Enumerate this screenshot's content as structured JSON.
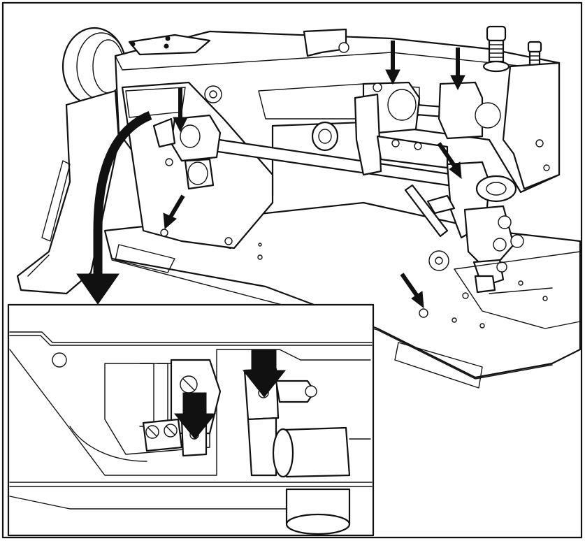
{
  "figure": {
    "subject": "oiling-points-diagram",
    "style": "line-drawing",
    "stroke_color": "#111111",
    "background_color": "#ffffff",
    "arrow_color": "#111111",
    "oil_point_arrows_main_view": 7,
    "oil_point_arrows_inset_view": 2,
    "inset": "detail-view-of-underside-mechanism"
  }
}
